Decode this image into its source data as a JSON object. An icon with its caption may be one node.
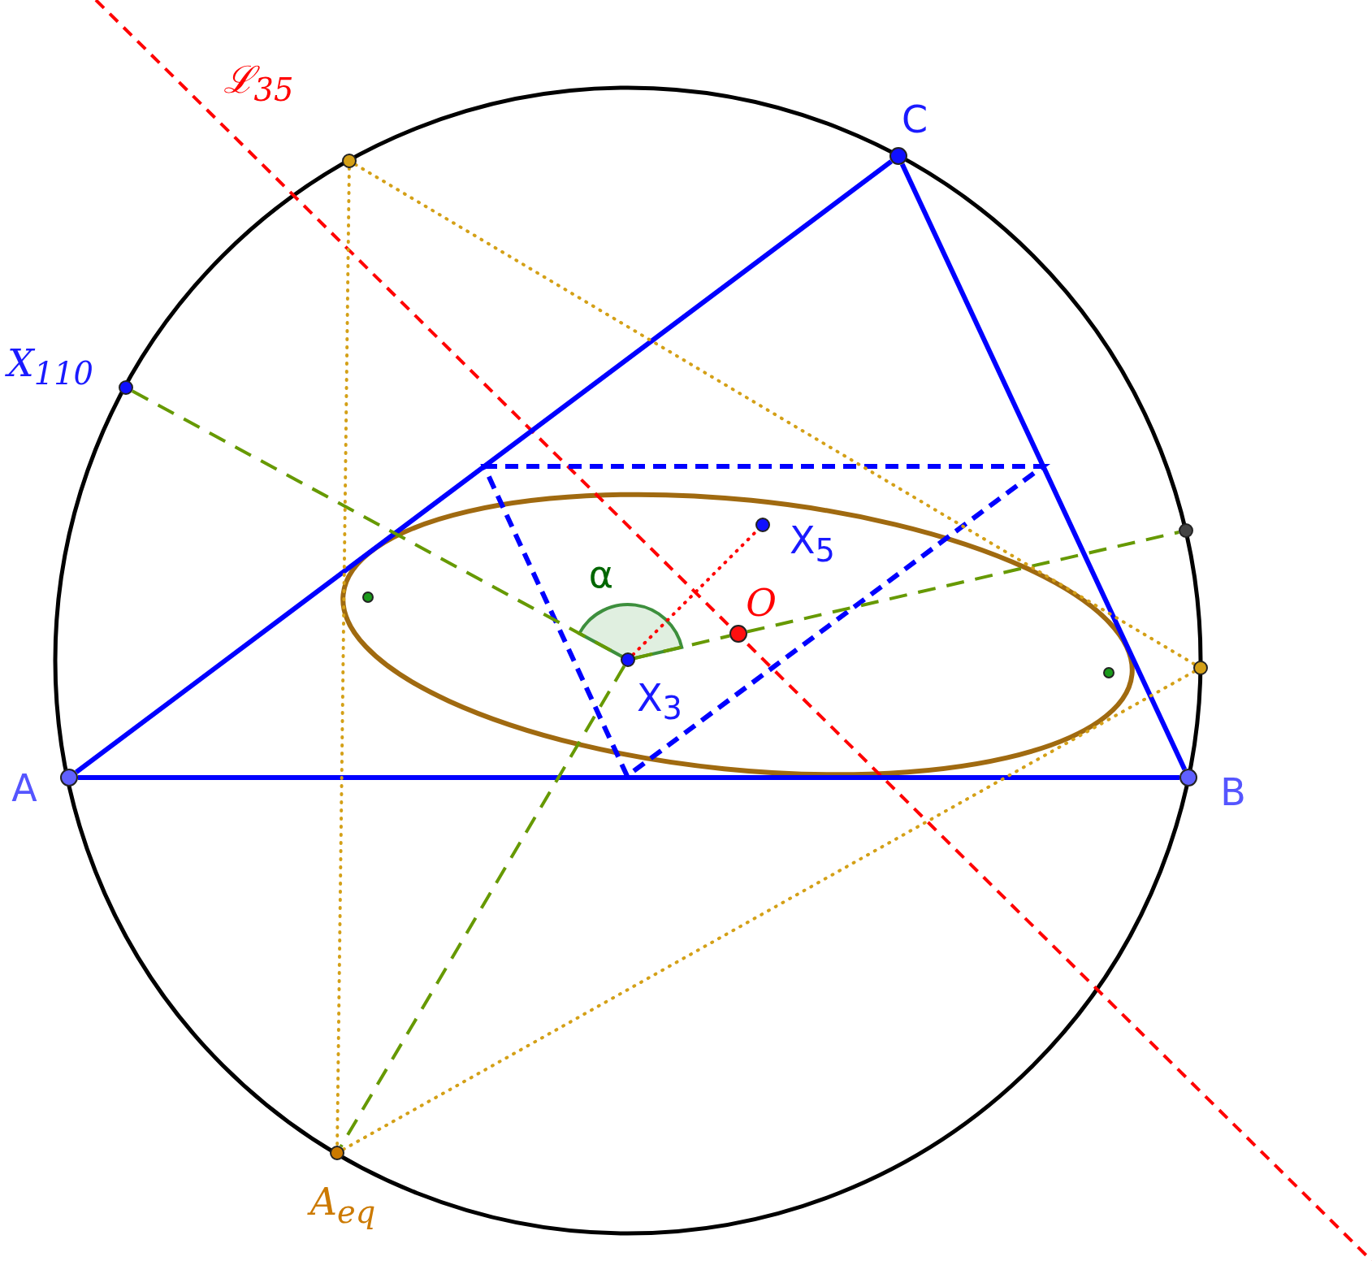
{
  "diagram": {
    "nodes": [
      {
        "text": [],
        "shape": "circle",
        "beside": [
          "C"
        ]
      },
      {
        "text": [],
        "shape": "circle"
      },
      {
        "text": [],
        "shape": "circle",
        "beside": [
          "X$_{110}$"
        ]
      },
      {
        "text": [],
        "shape": "circle",
        "beside": [
          "X$_{5}$"
        ]
      },
      {
        "text": [],
        "shape": "circle"
      },
      {
        "text": [],
        "shape": "circle"
      },
      {
        "text": [],
        "shape": "circle",
        "beside": [
          "O"
        ]
      },
      {
        "text": [],
        "shape": "circle",
        "beside": [
          "X$_{3}$"
        ]
      },
      {
        "text": [],
        "shape": "circle"
      },
      {
        "text": [],
        "shape": "circle"
      },
      {
        "text": [],
        "shape": "circle",
        "beside": [
          "A"
        ]
      },
      {
        "text": [],
        "shape": "circle",
        "beside": [
          "B"
        ]
      },
      {
        "text": [],
        "shape": "circle",
        "beside": [
          "A$_{eq}$"
        ]
      }
    ],
    "edges": [
      {
        "from": 10,
        "to": 11,
        "arrow": "none",
        "color": "#0000ff"
      },
      {
        "from": 11,
        "to": 0,
        "arrow": "none",
        "color": "#0000ff"
      },
      {
        "from": 0,
        "to": 10,
        "arrow": "none",
        "color": "#0000ff"
      },
      {
        "from": 2,
        "to": 7,
        "arrow": "none",
        "style": "dashed",
        "color": "#669900"
      },
      {
        "from": 7,
        "to": 6,
        "arrow": "none",
        "style": "dashed",
        "color": "#669900"
      },
      {
        "from": 6,
        "to": 4,
        "arrow": "none",
        "style": "dashed",
        "color": "#669900"
      },
      {
        "from": 7,
        "to": 12,
        "arrow": "none",
        "style": "dashed",
        "color": "#669900"
      },
      {
        "from": 7,
        "to": 3,
        "arrow": "none",
        "style": "dashed",
        "color": "#ff0000"
      },
      {
        "from": 1,
        "to": 12,
        "arrow": "none",
        "style": "dashed",
        "color": "#d4a017"
      },
      {
        "from": 1,
        "to": 8,
        "arrow": "none",
        "style": "dashed",
        "color": "#d4a017"
      },
      {
        "from": 12,
        "to": 8,
        "arrow": "none",
        "style": "dashed",
        "color": "#d4a017"
      }
    ],
    "labels": [
      "ℒ$_{35}$",
      "α"
    ]
  }
}
